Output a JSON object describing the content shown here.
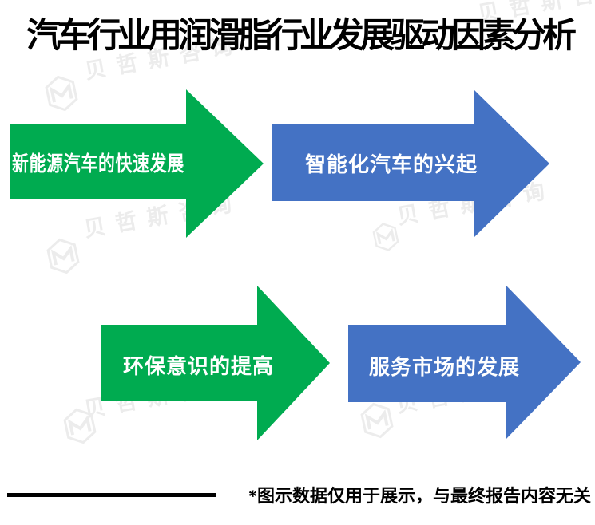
{
  "title": "汽车行业用润滑脂行业发展驱动因素分析",
  "arrows": [
    {
      "label": "新能源汽车的快速发展",
      "color": "#00AB50"
    },
    {
      "label": "智能化汽车的兴起",
      "color": "#4472C4"
    },
    {
      "label": "环保意识的提高",
      "color": "#00AB50"
    },
    {
      "label": "服务市场的发展",
      "color": "#4472C4"
    }
  ],
  "footer": {
    "note": "*图示数据仅用于展示，与最终报告内容无关"
  },
  "watermark": {
    "text": "贝哲斯咨询"
  }
}
